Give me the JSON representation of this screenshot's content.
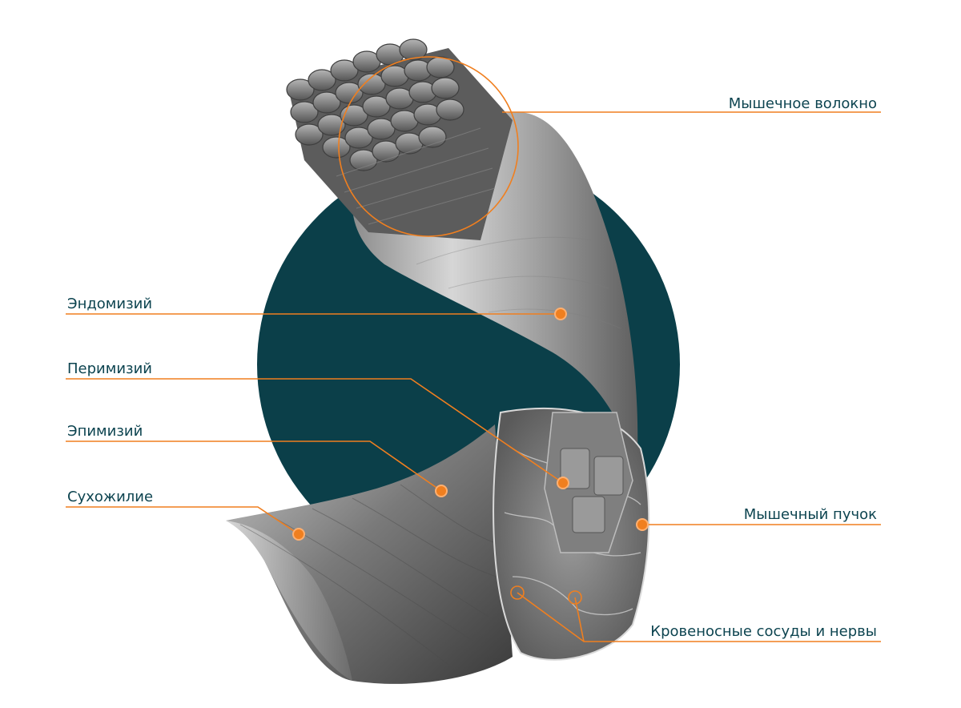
{
  "labels": {
    "muscle_fiber": "Мышечное волокно",
    "endomysium": "Эндомизий",
    "perimysium": "Перимизий",
    "epimysium": "Эпимизий",
    "tendon": "Сухожилие",
    "muscle_bundle": "Мышечный пучок",
    "vessels_nerves": "Кровеносные сосуды и нервы"
  },
  "colors": {
    "accent": "#f07f1f",
    "circle": "#0b3f49",
    "text": "#0d4450",
    "background": "#ffffff"
  }
}
